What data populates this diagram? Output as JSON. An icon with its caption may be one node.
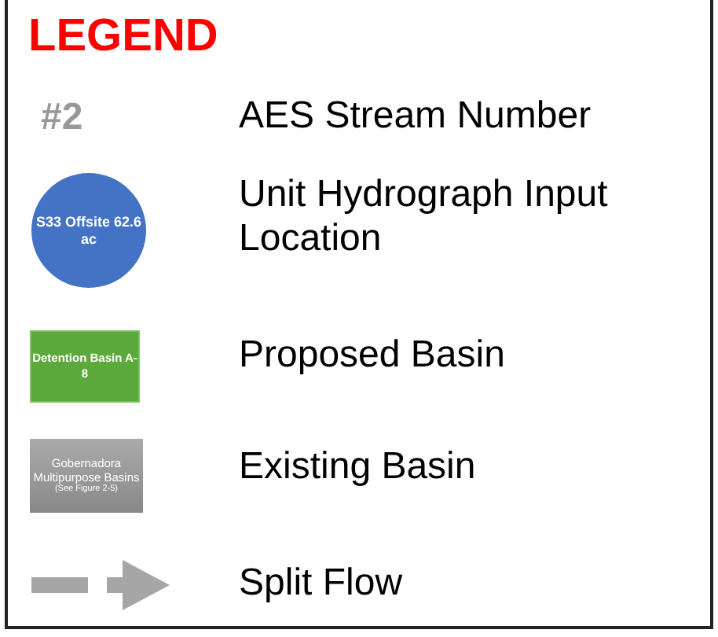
{
  "diagram": {
    "title": "LEGEND",
    "nodes": [
      {
        "text": [
          "S33 Offsite 62.6 ac"
        ]
      },
      {
        "text": [
          "Detention Basin A-8"
        ]
      },
      {
        "text": [
          "Gobernadora Multipurpose Basins",
          "(See Figure 2-5)"
        ]
      }
    ],
    "labels": [
      "#2"
    ],
    "legend": [
      {
        "text": "AES Stream Number"
      },
      {
        "text": "Unit Hydrograph Input Location"
      },
      {
        "text": "Proposed Basin"
      },
      {
        "text": "Existing Basin"
      },
      {
        "text": "Split Flow"
      }
    ]
  }
}
